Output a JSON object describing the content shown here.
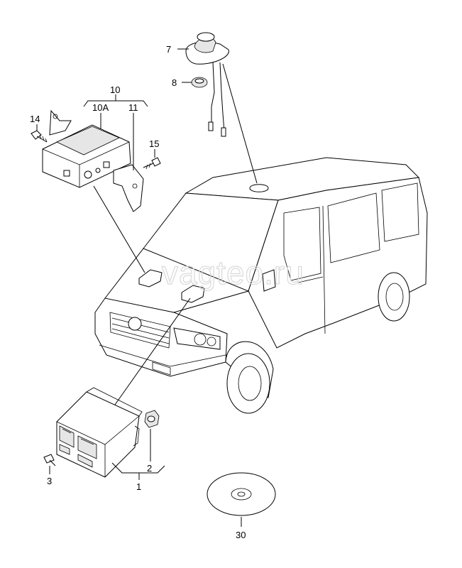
{
  "watermark": "vagteo.ru",
  "callouts": {
    "p1": "1",
    "p2": "2",
    "p3": "3",
    "p7": "7",
    "p8": "8",
    "p10": "10",
    "p10a": "10A",
    "p11": "11",
    "p14": "14",
    "p15": "15",
    "p30": "30"
  }
}
